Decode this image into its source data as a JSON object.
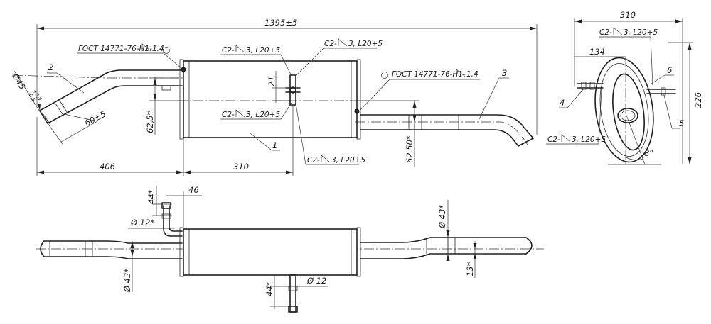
{
  "dimensions": {
    "overall_length": "1395±5",
    "rear_view_width": "310",
    "rear_view_offset": "134",
    "rear_view_height": "226",
    "inlet_diameter": "Ø45",
    "inlet_tol_upper": "+0,5",
    "inlet_tol_lower": "-0,5",
    "front_section_length": "406",
    "muffler_length": "310",
    "inlet_overlap": "60±5",
    "mount_spacing": "21",
    "front_offset": "62,5*",
    "rear_offset": "62,50*",
    "outlet_angle": "8°",
    "hanger_length_top": "44*",
    "hanger_offset_top": "46",
    "hanger_rod_top": "Ø 12*",
    "pipe_dia_left": "Ø 43*",
    "pipe_dia_right": "Ø 43*",
    "outlet_drop": "13*",
    "hanger_length_bottom": "44*",
    "hanger_rod_bottom": "Ø 12"
  },
  "weld_notes": {
    "inlet_joint": "ГОСТ 14771-76-Н1-",
    "inlet_leg": "1.4",
    "outlet_joint": "ГОСТ 14771-76-Н1-",
    "outlet_leg": "1.4",
    "weld_a_prefix": "C2-",
    "weld_a_rest": "3, L20+5",
    "weld_b_prefix": "C2-",
    "weld_b_rest": "3, L20+5",
    "weld_c_prefix": "C2-",
    "weld_c_rest": "3, L20+5",
    "weld_d_prefix": "C2-",
    "weld_d_rest": "3, L20+5",
    "weld_e_prefix": "C2-",
    "weld_e_rest": "3, L20+5",
    "weld_f_prefix": "C2-",
    "weld_f_rest": "3, L20+5"
  },
  "callouts": {
    "body": "1",
    "inlet_pipe": "2",
    "outlet_pipe": "3",
    "left_bracket": "4",
    "right_bracket": "5",
    "end_cap": "6"
  }
}
